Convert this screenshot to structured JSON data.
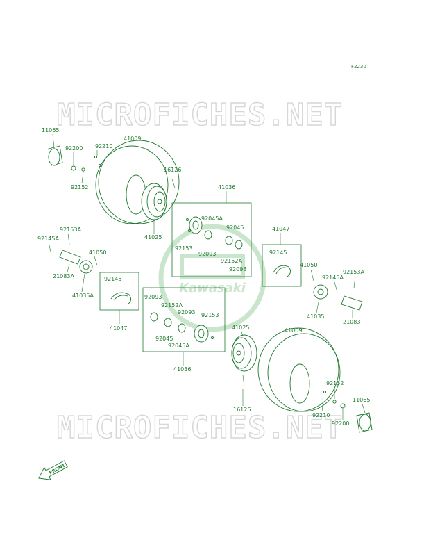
{
  "diagram_code": "F2230",
  "watermark": {
    "text": "MICROFICHES.NET"
  },
  "logo": {
    "text": "Kawasaki"
  },
  "front_arrow": {
    "text": "FRONT"
  },
  "colors": {
    "line": "#1e7a2e",
    "watermark": "#d6d6d6",
    "logo": "#c9e6cc"
  },
  "labels": {
    "l_11065_a": "11065",
    "l_41009_a": "41009",
    "l_92200_a": "92200",
    "l_92210_a": "92210",
    "l_92152_a": "92152",
    "l_16126_a": "16126",
    "l_41025_a": "41025",
    "l_41036_a": "41036",
    "l_92045A_a": "92045A",
    "l_92045_a": "92045",
    "l_92153_a": "92153",
    "l_92093_a": "92093",
    "l_92152A_a": "92152A",
    "l_92093_b": "92093",
    "l_41047_a": "41047",
    "l_92145_a": "92145",
    "l_92153A_a": "92153A",
    "l_92145A_a": "92145A",
    "l_41050_a": "41050",
    "l_21083A": "21083A",
    "l_41035A": "41035A",
    "l_92145_b": "92145",
    "l_41047_b": "41047",
    "l_41050_b": "41050",
    "l_92153A_b": "92153A",
    "l_92145A_b": "92145A",
    "l_41035": "41035",
    "l_21083": "21083",
    "l_92093_c": "92093",
    "l_92152A_b": "92152A",
    "l_92093_d": "92093",
    "l_92153_b": "92153",
    "l_92045_b": "92045",
    "l_92045A_b": "92045A",
    "l_41036_b": "41036",
    "l_41025_b": "41025",
    "l_41009_b": "41009",
    "l_92152_b": "92152",
    "l_11065_b": "11065",
    "l_92210_b": "92210",
    "l_92200_b": "92200",
    "l_16126_b": "16126"
  }
}
